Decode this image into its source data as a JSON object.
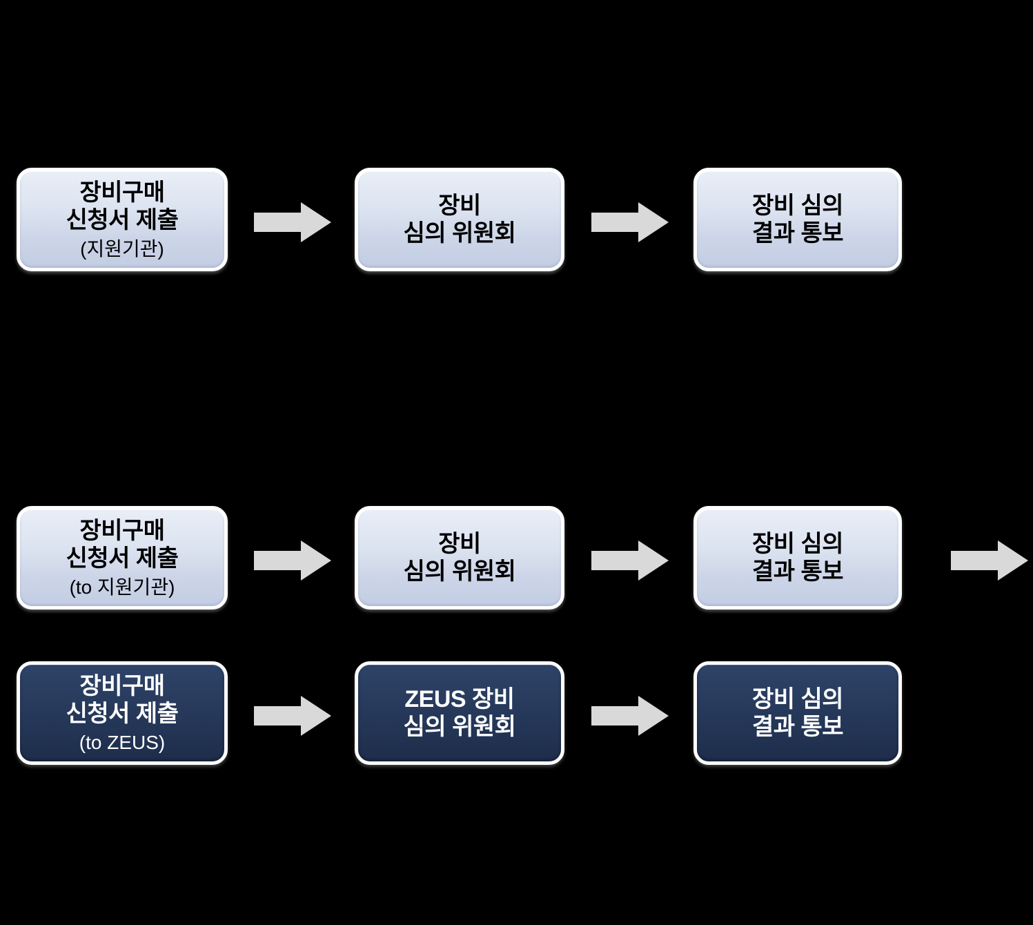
{
  "diagram": {
    "type": "process-flow",
    "background_color": "#000000",
    "palette": {
      "light_box_fill": "#d7dff0",
      "light_box_border": "#ffffff",
      "light_box_text": "#000000",
      "dark_box_fill": "#25395f",
      "dark_box_border": "#ffffff",
      "dark_box_text": "#ffffff",
      "arrow_fill": "#d9d9d9"
    },
    "rows": [
      {
        "id": "row-existing",
        "style": "light",
        "nodes": [
          {
            "id": "node-1-1",
            "lines": [
              "장비구매",
              "신청서 제출"
            ],
            "sub": "(지원기관)"
          },
          {
            "id": "node-1-2",
            "lines": [
              "장비",
              "심의 위원회"
            ],
            "sub": ""
          },
          {
            "id": "node-1-3",
            "lines": [
              "장비 심의",
              "결과 통보"
            ],
            "sub": ""
          }
        ],
        "arrows": [
          "arrow-right",
          "arrow-right"
        ]
      },
      {
        "id": "row-support-agency",
        "style": "light",
        "nodes": [
          {
            "id": "node-2-1",
            "lines": [
              "장비구매",
              "신청서 제출"
            ],
            "sub": "(to 지원기관)"
          },
          {
            "id": "node-2-2",
            "lines": [
              "장비",
              "심의 위원회"
            ],
            "sub": ""
          },
          {
            "id": "node-2-3",
            "lines": [
              "장비 심의",
              "결과 통보"
            ],
            "sub": ""
          }
        ],
        "arrows": [
          "arrow-right",
          "arrow-right",
          "arrow-right-truncated"
        ]
      },
      {
        "id": "row-zeus",
        "style": "dark",
        "nodes": [
          {
            "id": "node-3-1",
            "lines": [
              "장비구매",
              "신청서 제출"
            ],
            "sub": "(to ZEUS)"
          },
          {
            "id": "node-3-2",
            "lines": [
              "ZEUS 장비",
              "심의 위원회"
            ],
            "sub": ""
          },
          {
            "id": "node-3-3",
            "lines": [
              "장비 심의",
              "결과 통보"
            ],
            "sub": ""
          }
        ],
        "arrows": [
          "arrow-right",
          "arrow-right"
        ]
      }
    ]
  }
}
